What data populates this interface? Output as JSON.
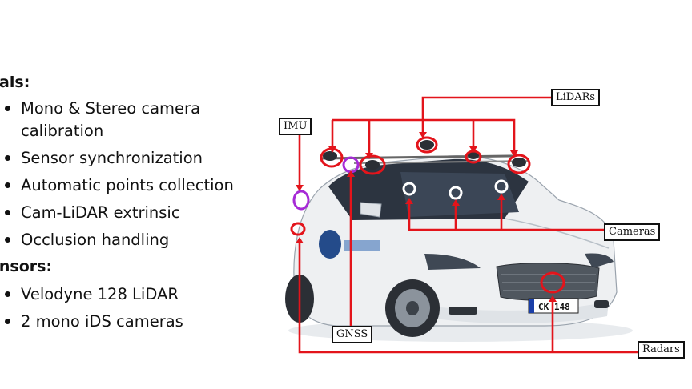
{
  "goals": {
    "heading": "oals:",
    "items": [
      "Mono & Stereo camera calibration",
      "Sensor synchronization",
      "Automatic points collection",
      "Cam-LiDAR extrinsic",
      "Occlusion handling"
    ]
  },
  "sensors": {
    "heading": "ensors:",
    "items": [
      "Velodyne 128 LiDAR",
      "2 mono iDS cameras"
    ]
  },
  "figure": {
    "labels": {
      "lidars": "LiDARs",
      "imu": "IMU",
      "cameras": "Cameras",
      "gnss": "GNSS",
      "radars": "Radars"
    },
    "license_plate": "CK 148",
    "colors": {
      "annotation_red": "#e3141b",
      "imu_gnss_purple": "#a62ad6",
      "car_body": "#eef0f2"
    }
  }
}
